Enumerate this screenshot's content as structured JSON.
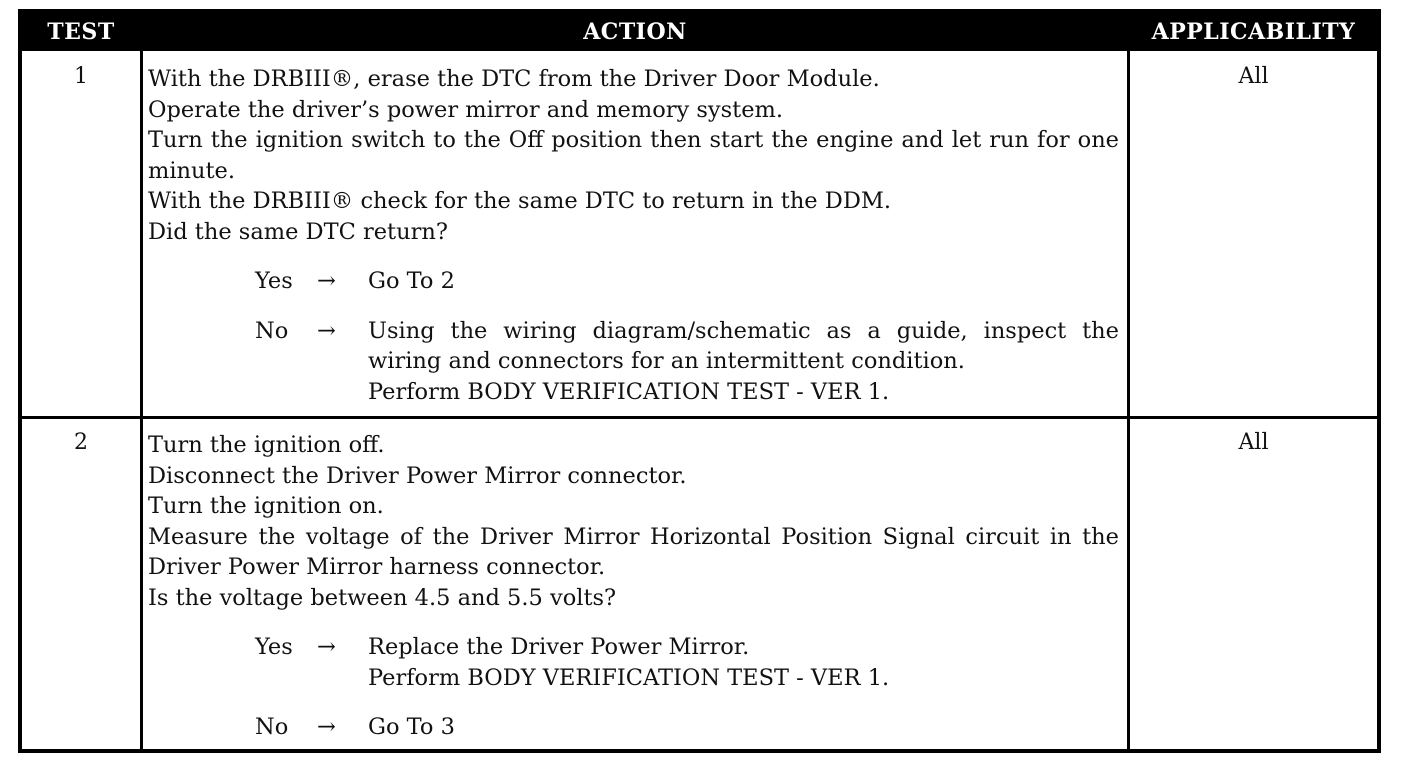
{
  "headers": {
    "test": "TEST",
    "action": "ACTION",
    "applicability": "APPLICABILITY"
  },
  "arrow": "→",
  "rows": [
    {
      "test": "1",
      "applicability": "All",
      "steps": [
        "With the DRBIII®, erase the DTC from the Driver Door Module.",
        "Operate the driver’s power mirror and memory system.",
        "Turn the ignition switch to the Off position then start the engine and let run for one minute.",
        "With the DRBIII® check for the same DTC to return in the DDM.",
        "Did the same DTC return?"
      ],
      "outcomes": [
        {
          "answer": "Yes",
          "result": [
            "Go To   2"
          ]
        },
        {
          "answer": "No",
          "result": [
            "Using the wiring diagram/schematic as a guide, inspect the wiring and connectors for an intermittent condition.",
            "Perform BODY VERIFICATION TEST - VER 1."
          ]
        }
      ]
    },
    {
      "test": "2",
      "applicability": "All",
      "steps": [
        "Turn the ignition off.",
        "Disconnect the Driver Power Mirror connector.",
        "Turn the ignition on.",
        "Measure the voltage of the Driver Mirror Horizontal Position Signal circuit in the Driver Power Mirror harness connector.",
        "Is the voltage between 4.5 and 5.5 volts?"
      ],
      "outcomes": [
        {
          "answer": "Yes",
          "result": [
            "Replace the Driver Power Mirror.",
            "Perform BODY VERIFICATION TEST - VER 1."
          ]
        },
        {
          "answer": "No",
          "result": [
            "Go To   3"
          ]
        }
      ]
    }
  ]
}
